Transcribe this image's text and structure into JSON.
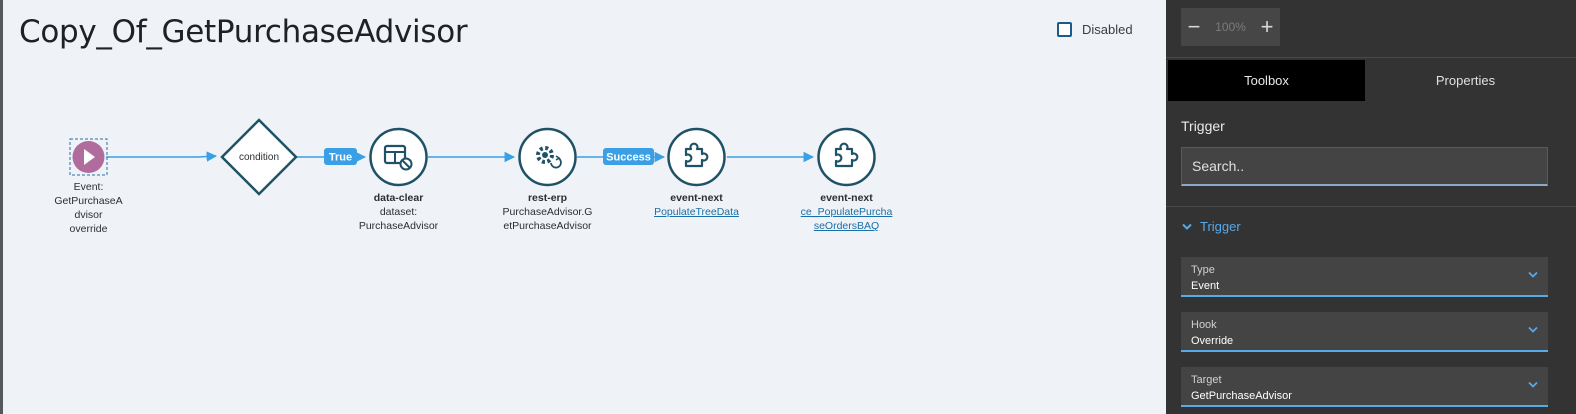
{
  "canvas": {
    "title": "Copy_Of_GetPurchaseAdvisor",
    "disabled_label": "Disabled",
    "disabled_checked": false
  },
  "flow": {
    "nodes": [
      {
        "kind": "event",
        "title": "Event:",
        "lines": [
          "GetPurchaseA",
          "dvisor",
          "override"
        ],
        "icon": "play-icon"
      },
      {
        "kind": "condition",
        "label": "condition"
      },
      {
        "kind": "action",
        "title": "data-clear",
        "lines": [
          "dataset:",
          "PurchaseAdvisor"
        ],
        "icon": "table-clear-icon"
      },
      {
        "kind": "action",
        "title": "rest-erp",
        "lines": [
          "PurchaseAdvisor.G",
          "etPurchaseAdvisor"
        ],
        "icon": "gear-sync-icon"
      },
      {
        "kind": "action",
        "title": "event-next",
        "links": [
          "PopulateTreeData"
        ],
        "icon": "puzzle-icon"
      },
      {
        "kind": "action",
        "title": "event-next",
        "links": [
          "ce_PopulatePurcha",
          "seOrdersBAQ"
        ],
        "icon": "puzzle-icon"
      }
    ],
    "edge_labels": [
      "True",
      "Success"
    ],
    "colors": {
      "edge": "#3a9fe5",
      "node_stroke": "#1f5266",
      "event_fill": "#b06c9d",
      "badge": "#3a9fe5"
    }
  },
  "panel": {
    "zoom": {
      "minus": "−",
      "value": "100%",
      "plus": "+"
    },
    "tabs": [
      "Toolbox",
      "Properties"
    ],
    "trigger_heading": "Trigger",
    "search_placeholder": "Search..",
    "section_title": "Trigger",
    "fields": [
      {
        "label": "Type",
        "value": "Event"
      },
      {
        "label": "Hook",
        "value": "Override"
      },
      {
        "label": "Target",
        "value": "GetPurchaseAdvisor"
      }
    ]
  }
}
